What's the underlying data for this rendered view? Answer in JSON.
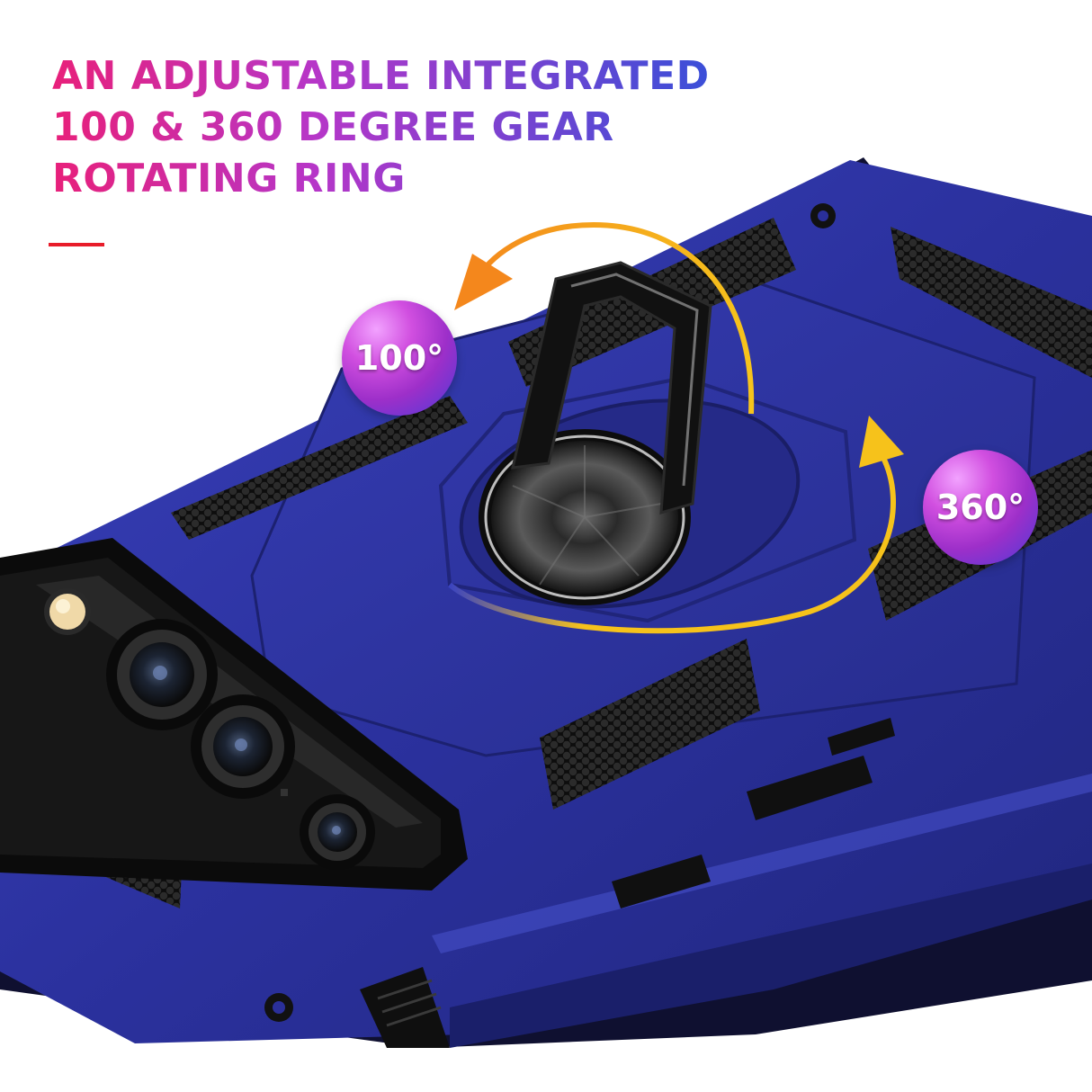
{
  "headline": {
    "line1": "AN ADJUSTABLE INTEGRATED",
    "line2": "100 & 360 DEGREE GEAR",
    "line3": "ROTATING RING"
  },
  "badges": {
    "tilt_angle": "100°",
    "rotation_angle": "360°"
  },
  "colors": {
    "case_blue": "#2a2f9a",
    "case_blue_light": "#3b44c0",
    "case_black": "#121212",
    "arrow_yellow": "#f6c21b",
    "arrow_orange": "#f4871c",
    "accent_red": "#e81c2a"
  }
}
